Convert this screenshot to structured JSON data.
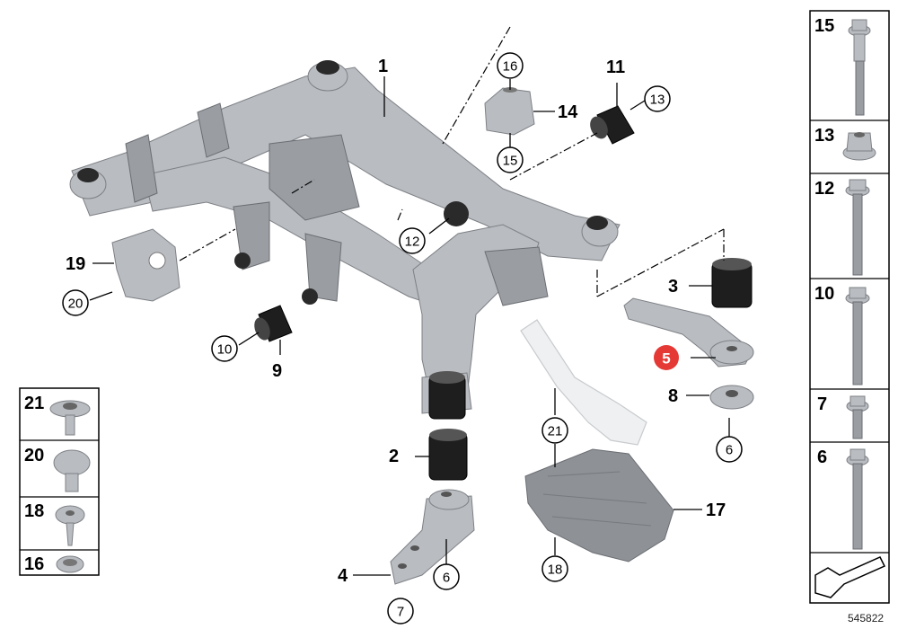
{
  "diagram": {
    "callouts": {
      "p1": "1",
      "p2": "2",
      "p3": "3",
      "p4": "4",
      "p5": "5",
      "p6a": "6",
      "p6b": "6",
      "p7": "7",
      "p8": "8",
      "p9": "9",
      "p10": "10",
      "p11": "11",
      "p12": "12",
      "p13": "13",
      "p14": "14",
      "p15": "15",
      "p16": "16",
      "p17": "17",
      "p18": "18",
      "p19": "19",
      "p20": "20",
      "p21": "21"
    },
    "highlight_color": "#e53935",
    "left_table": {
      "rows": [
        {
          "label": "21",
          "icon": "expanding-rivet-icon"
        },
        {
          "label": "20",
          "icon": "push-clip-icon"
        },
        {
          "label": "18",
          "icon": "screw-clip-icon"
        },
        {
          "label": "16",
          "icon": "plug-icon"
        }
      ]
    },
    "right_table": {
      "rows": [
        {
          "label": "15",
          "icon": "flange-bolt-icon"
        },
        {
          "label": "13",
          "icon": "flange-nut-icon"
        },
        {
          "label": "12",
          "icon": "hex-bolt-icon"
        },
        {
          "label": "10",
          "icon": "hex-bolt-icon"
        },
        {
          "label": "7",
          "icon": "hex-bolt-icon"
        },
        {
          "label": "6",
          "icon": "hex-bolt-icon"
        }
      ]
    },
    "reference_number": "545822"
  }
}
